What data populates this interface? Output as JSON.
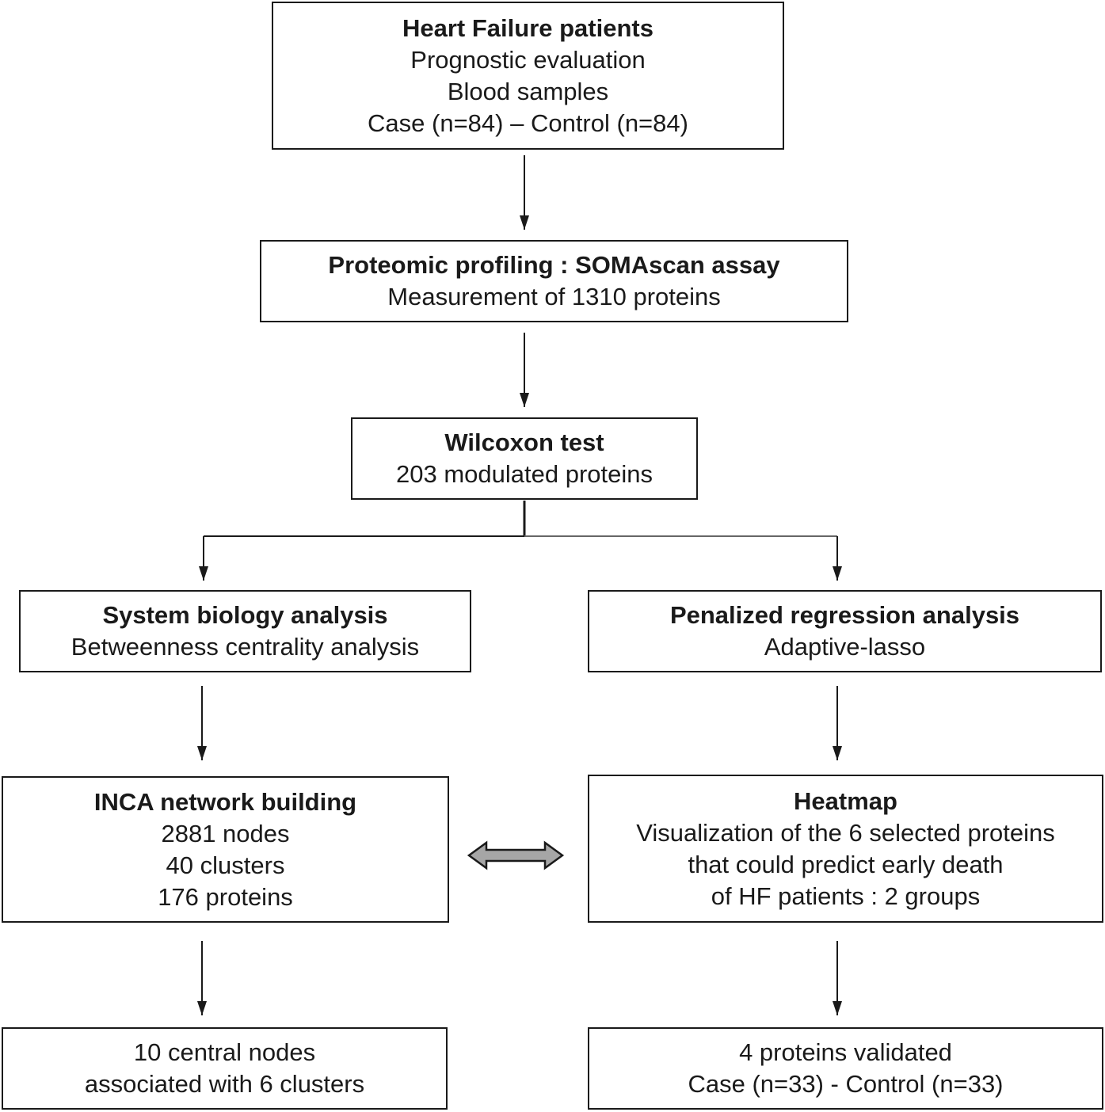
{
  "boxes": {
    "hf_patients": {
      "title": "Heart Failure patients",
      "lines": [
        "Prognostic evaluation",
        "Blood samples",
        "Case (n=84) – Control (n=84)"
      ]
    },
    "proteomic": {
      "title": "Proteomic profiling : SOMAscan assay",
      "lines": [
        "Measurement of 1310 proteins"
      ]
    },
    "wilcoxon": {
      "title": "Wilcoxon test",
      "lines": [
        "203 modulated proteins"
      ]
    },
    "system_biology": {
      "title": "System biology analysis",
      "lines": [
        "Betweenness centrality analysis"
      ]
    },
    "penalized": {
      "title": "Penalized regression analysis",
      "lines": [
        "Adaptive-lasso"
      ]
    },
    "inca": {
      "title": "INCA network building",
      "lines": [
        "2881 nodes",
        "40 clusters",
        "176 proteins"
      ]
    },
    "heatmap": {
      "title": "Heatmap",
      "lines": [
        "Visualization of the 6 selected proteins",
        "that could predict early death",
        "of HF patients : 2 groups"
      ]
    },
    "central_nodes": {
      "lines": [
        "10 central nodes",
        "associated with 6 clusters"
      ]
    },
    "validated": {
      "lines": [
        "4 proteins validated",
        "Case (n=33)  - Control (n=33)"
      ]
    }
  },
  "colors": {
    "stroke": "#1a1a1a",
    "double_arrow_fill": "#a6a6a6"
  }
}
